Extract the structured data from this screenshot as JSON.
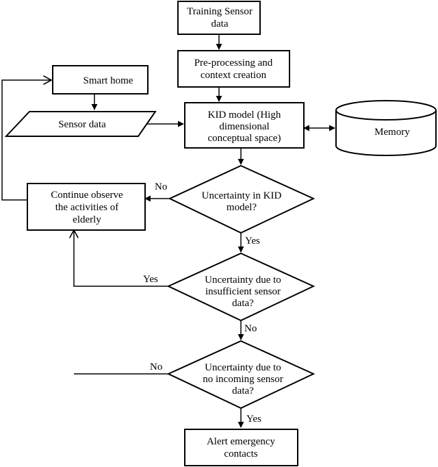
{
  "nodes": {
    "training": [
      "Training Sensor",
      "data"
    ],
    "preprocess": [
      "Pre-processing and",
      "context creation"
    ],
    "smart_home": [
      "Smart home"
    ],
    "sensor_data": [
      "Sensor data"
    ],
    "kid_model": [
      "KID model (High",
      "dimensional",
      "conceptual space)"
    ],
    "memory": [
      "Memory"
    ],
    "continue": [
      "Continue observe",
      "the activities of",
      "elderly"
    ],
    "uncertainty_kid": [
      "Uncertainty in KID",
      "model?"
    ],
    "uncertainty_insufficient": [
      "Uncertainty due to",
      "insufficient sensor",
      "data?"
    ],
    "uncertainty_no_incoming": [
      "Uncertainty due to",
      "no incoming sensor",
      "data?"
    ],
    "alert": [
      "Alert emergency",
      "contacts"
    ]
  },
  "edge_labels": {
    "kid_no": "No",
    "kid_yes": "Yes",
    "insufficient_yes": "Yes",
    "insufficient_no": "No",
    "incoming_no": "No",
    "incoming_yes": "Yes"
  }
}
